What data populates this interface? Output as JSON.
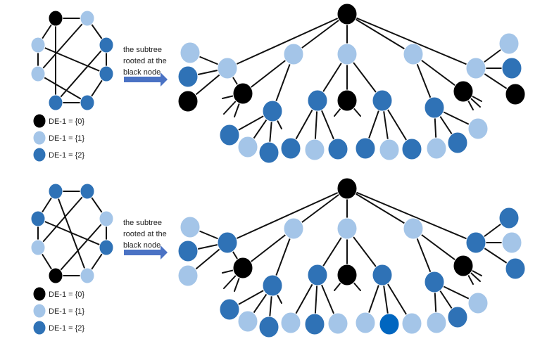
{
  "colors": {
    "de0": "#000000",
    "de1": "#a4c5e8",
    "de2": "#2f72b6",
    "highlight": "#0066c0",
    "arrow": "#4a72c4",
    "edge": "#111111"
  },
  "panels": [
    {
      "arrow_label": [
        "the subtree",
        "rooted at the",
        "black node"
      ],
      "legend": [
        "DE-1 = {0}",
        "DE-1 = {1}",
        "DE-1 = {2}"
      ]
    },
    {
      "arrow_label": [
        "the subtree",
        "rooted at the",
        "black node"
      ],
      "legend": [
        "DE-1 = {0}",
        "DE-1 = {1}",
        "DE-1 = {2}"
      ]
    }
  ]
}
